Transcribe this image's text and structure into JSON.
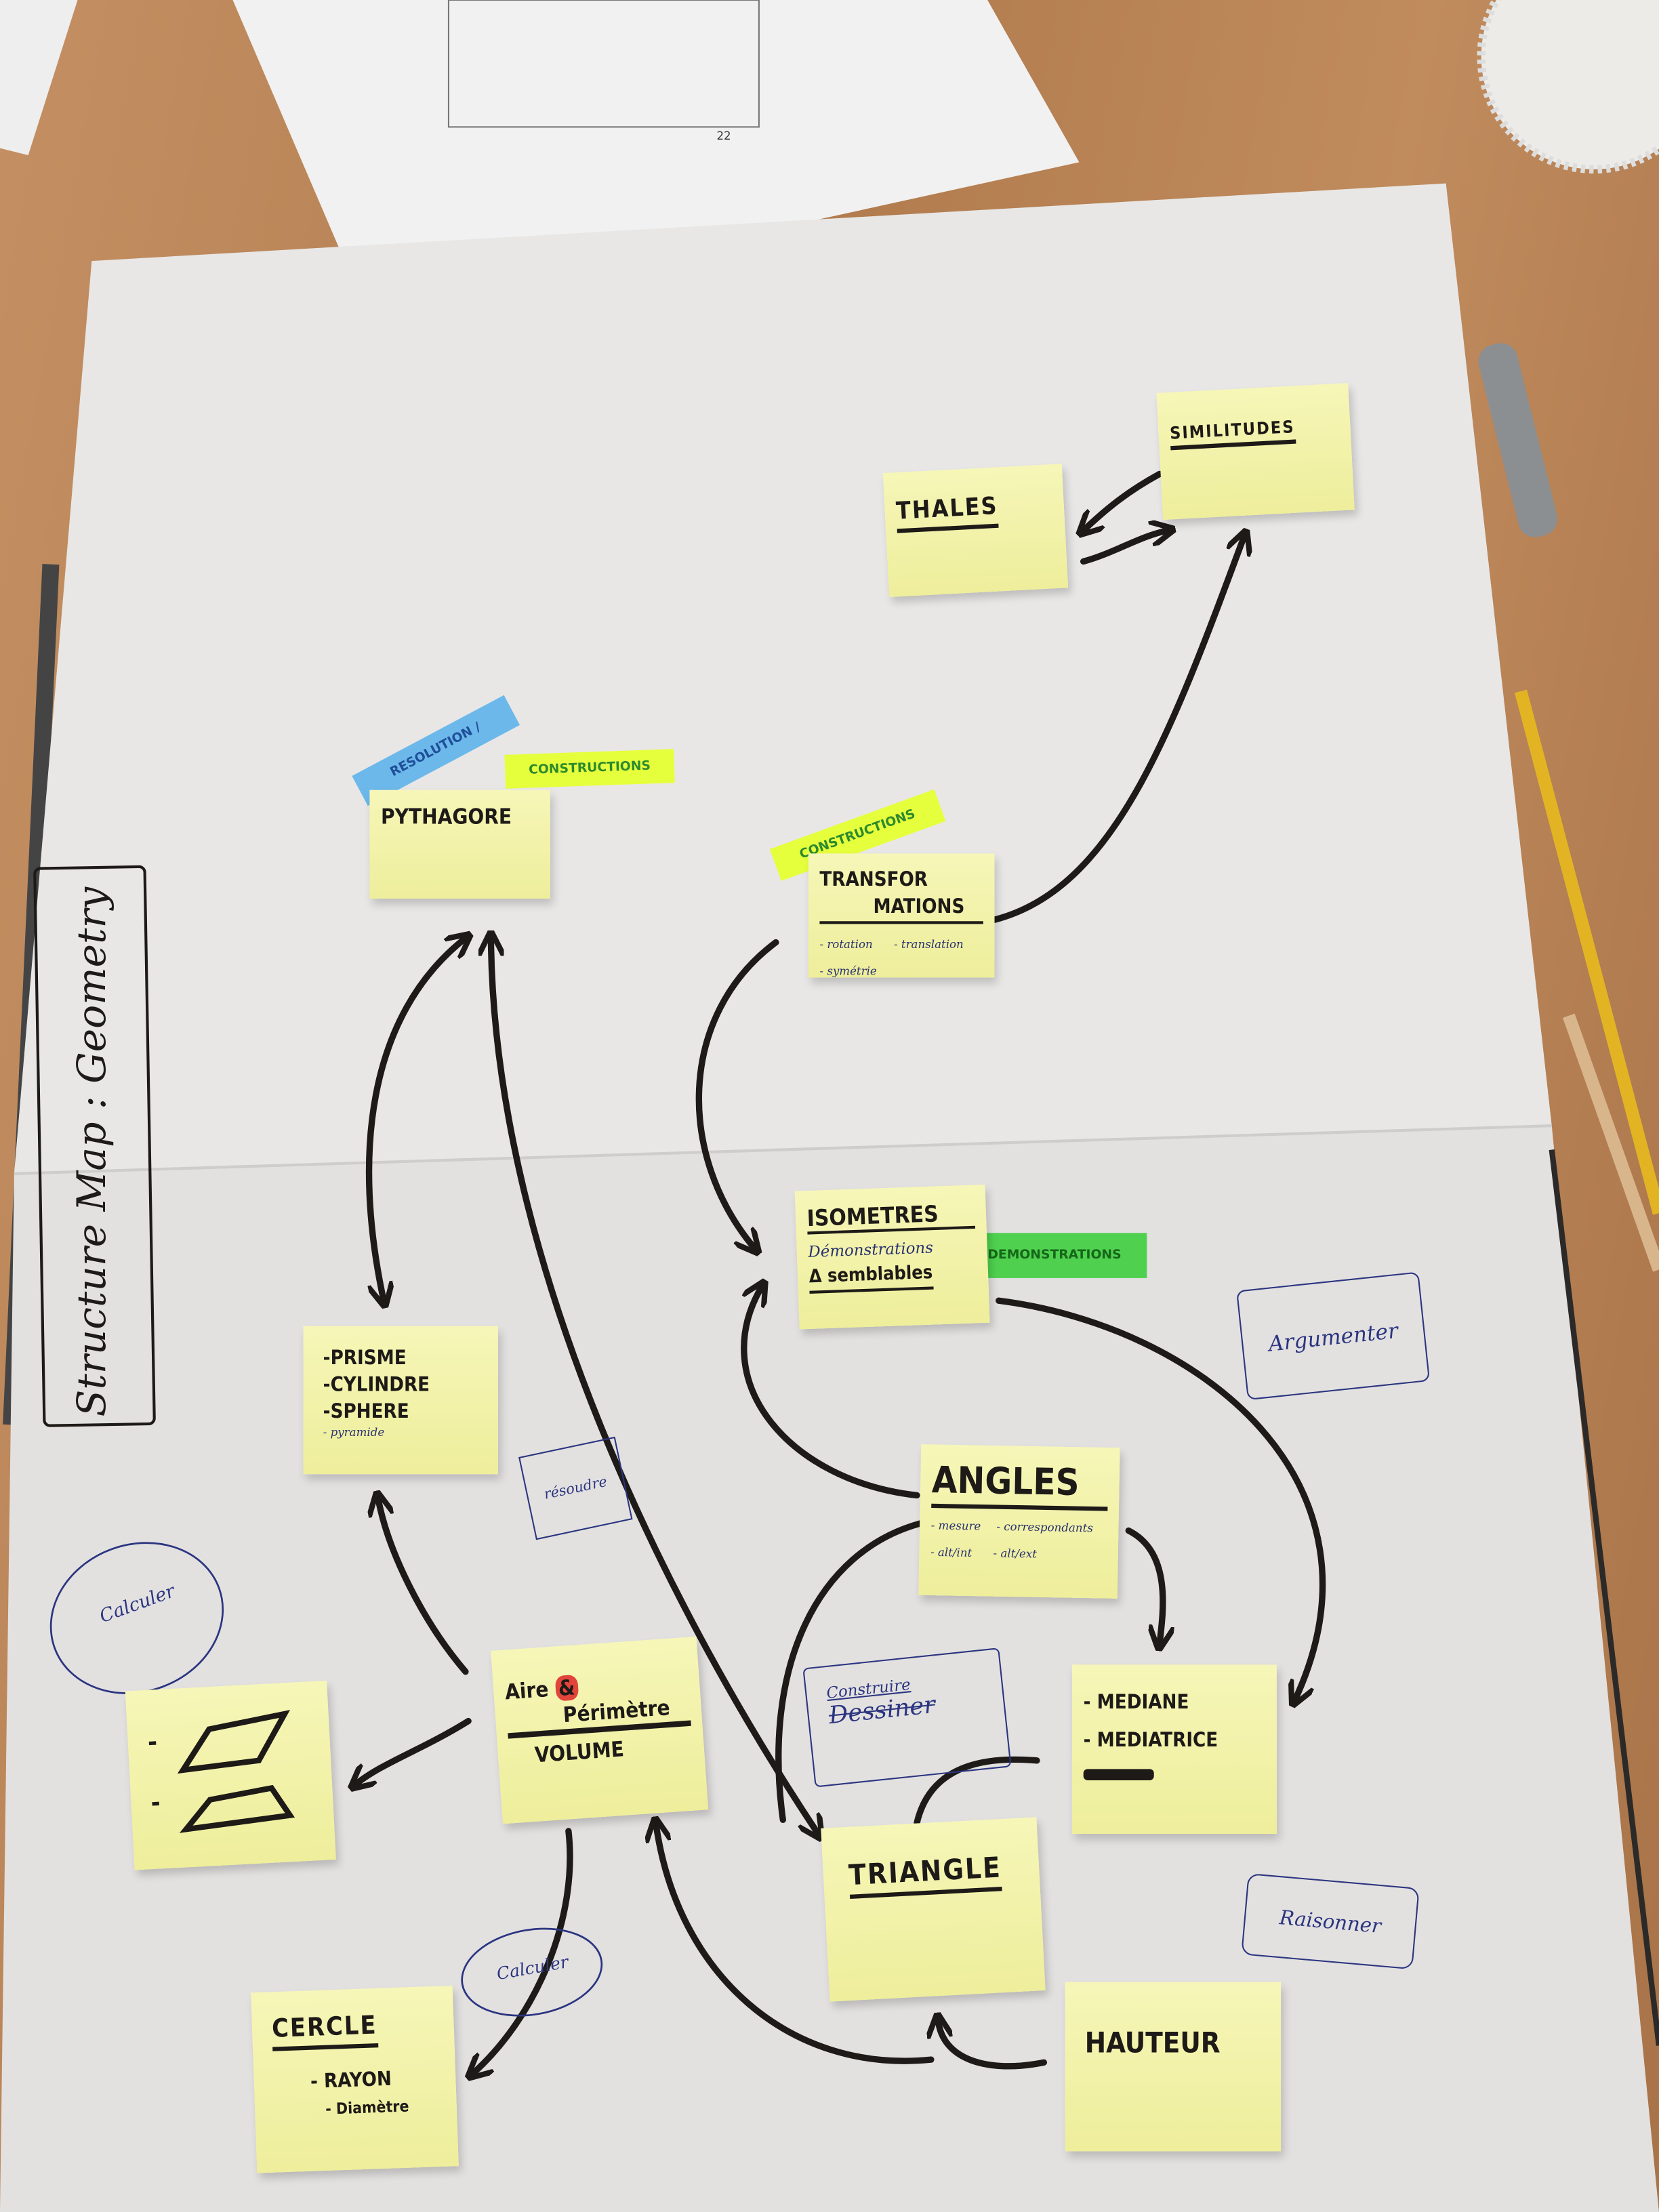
{
  "title": "Structure Map : Geometry",
  "page_number": "22",
  "notes": {
    "thales": {
      "heading": "THALES"
    },
    "similitudes": {
      "heading": "SIMILITUDES"
    },
    "pythagore": {
      "heading": "PYTHAGORE"
    },
    "transformations": {
      "heading_1": "TRANSFOR",
      "heading_2": "MATIONS",
      "items": [
        "- rotation",
        "- symétrie",
        "- translation"
      ]
    },
    "isometres": {
      "heading": "ISOMETRES",
      "line_1": "Démonstrations",
      "line_2": "Δ semblables"
    },
    "solides": {
      "items": [
        "-PRISME",
        "-CYLINDRE",
        "-SPHERE",
        "- pyramide"
      ]
    },
    "angles": {
      "heading": "ANGLES",
      "items": [
        "- mesure",
        "- correspondants",
        "- alt/int",
        "- alt/ext"
      ]
    },
    "aire": {
      "line_1": "Aire",
      "amp": "&",
      "line_2": "Périmètre",
      "line_3": "VOLUME"
    },
    "figures": {
      "items": [
        "-",
        "-"
      ]
    },
    "mediane": {
      "items": [
        "- MEDIANE",
        "- MEDIATRICE"
      ]
    },
    "triangle": {
      "heading": "TRIANGLE"
    },
    "cercle": {
      "heading": "CERCLE",
      "items": [
        "- RAYON",
        "- Diamètre"
      ]
    },
    "hauteur": {
      "heading": "HAUTEUR"
    }
  },
  "tags": {
    "resolution": "RESOLUTION /",
    "constructions_pythagore": "CONSTRUCTIONS",
    "constructions_transformations": "CONSTRUCTIONS",
    "demonstrations": "DEMONSTRATIONS"
  },
  "annotations": {
    "argumenter": "Argumenter",
    "resoudre": "résoudre",
    "calculer_left": "Calculer",
    "construire": "Construire",
    "dessiner": "Dessiner",
    "raisonner": "Raisonner",
    "calculer_bottom": "Calculer"
  },
  "colors": {
    "sticky": "#f3f3ab",
    "blue_tag": "#6cb8ea",
    "lime_tag": "#e6ff3c",
    "green_tag": "#4fd14f",
    "ink": "#1d1a17",
    "pen": "#2b3580"
  }
}
